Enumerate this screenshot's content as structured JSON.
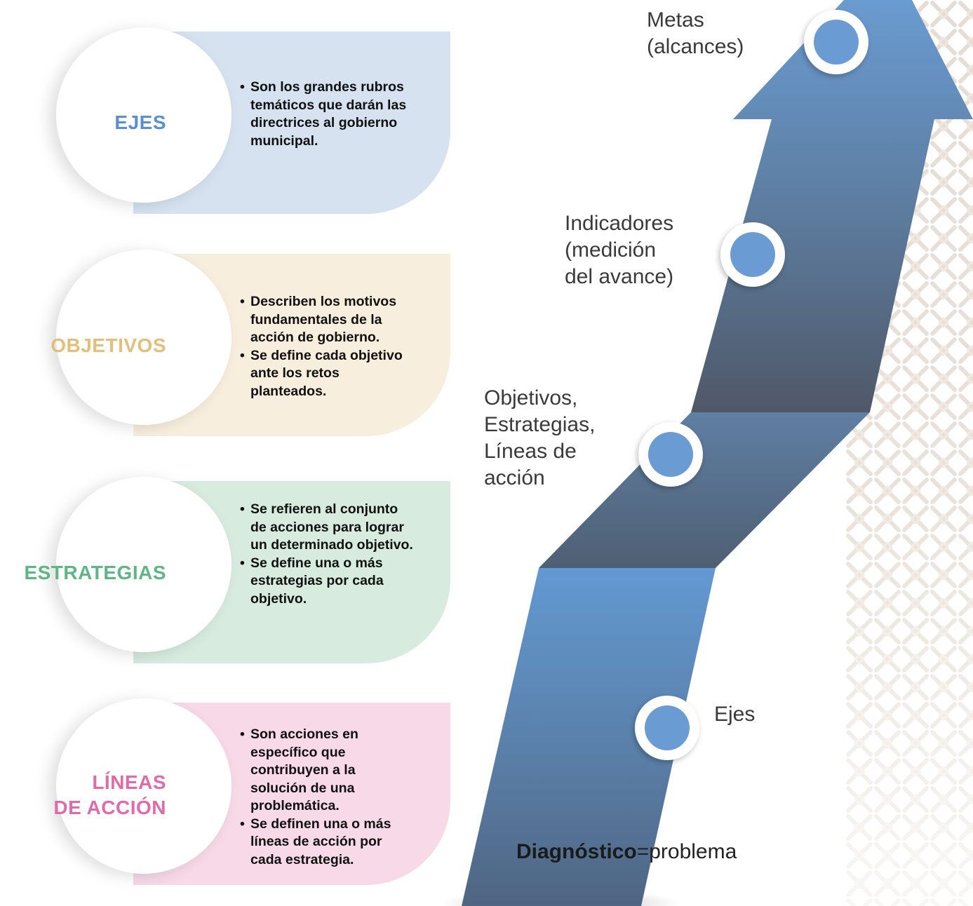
{
  "cards": [
    {
      "title": "EJES",
      "color": "#5b8fd0",
      "bullets": [
        "Son los grandes rubros temáticos que darán las directrices al gobierno municipal."
      ]
    },
    {
      "title": "OBJETIVOS",
      "color": "#e2bf7a",
      "bullets": [
        "Describen los motivos fundamentales de la acción de gobierno.",
        "Se define cada objetivo ante los retos planteados."
      ]
    },
    {
      "title": "ESTRATEGIAS",
      "color": "#5fb585",
      "bullets": [
        "Se refieren al conjunto de acciones para lograr un determinado objetivo.",
        "Se define una o más estrategias por cada objetivo."
      ]
    },
    {
      "title": "LÍNEAS DE ACCIÓN",
      "title_lines": [
        "LÍNEAS",
        "DE ACCIÓN"
      ],
      "color": "#e06bab",
      "bullets": [
        "Son acciones en específico que contribuyen a la solución de una problemática.",
        "Se  definen una o más líneas de acción por cada estrategia."
      ]
    }
  ],
  "steps": {
    "metas": "Metas\n(alcances)",
    "indicadores": "Indicadores\n(medición\ndel avance)",
    "objetivos": "Objetivos,\nEstrategias,\nLíneas de\nacción",
    "ejes": "Ejes"
  },
  "diagnostico": {
    "bold": "Diagnóstico",
    "rest": "=problema"
  },
  "colors": {
    "arrow_light": "#6197d0",
    "arrow_dark": "#505a68",
    "node": "#6a9bd3"
  }
}
